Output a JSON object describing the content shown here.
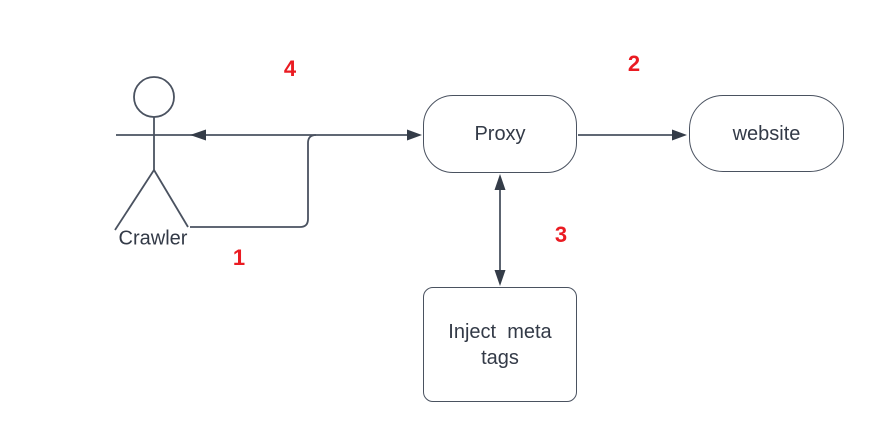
{
  "diagram": {
    "actor": {
      "label": "Crawler"
    },
    "nodes": {
      "proxy": {
        "label": "Proxy"
      },
      "website": {
        "label": "website"
      },
      "inject": {
        "label": "Inject  meta\ntags"
      }
    },
    "steps": {
      "s1": {
        "label": "1"
      },
      "s2": {
        "label": "2"
      },
      "s3": {
        "label": "3"
      },
      "s4": {
        "label": "4"
      }
    }
  },
  "colors": {
    "background": "#ffffff",
    "line_stroke": "#4a5260",
    "arrowhead_fill": "#343c48",
    "node_text": "#333a47",
    "step_number_red": "#ea1b22"
  }
}
